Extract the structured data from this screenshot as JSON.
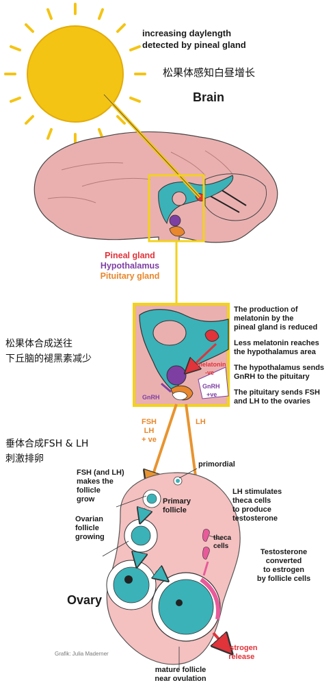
{
  "header": {
    "title_line1": "increasing daylength",
    "title_line2": "detected by pineal gland",
    "title_cn": "松果体感知白昼增长",
    "brain_label": "Brain"
  },
  "legend": {
    "pineal": "Pineal gland",
    "hypothalamus": "Hypothalamus",
    "pituitary": "Pituitary gland"
  },
  "side_notes": [
    "The production of",
    "melatonin by the",
    "pineal gland is reduced",
    "Less melatonin reaches",
    "the hypothalamus area",
    "The hypothalamus sends",
    "GnRH to the pituitary",
    "The pituitary sends FSH",
    "and LH to the ovaries"
  ],
  "cn_notes": {
    "melatonin_1": "松果体合成送往",
    "melatonin_2": "下丘脑的褪黑素减少",
    "pituitary_1": "垂体合成FSH & LH",
    "pituitary_2": "刺激排卵"
  },
  "zoom_labels": {
    "melatonin": "melatonin",
    "melatonin_sign": "-ve",
    "gnrh_right": "GnRH",
    "gnrh_right_sign": "+ve",
    "gnrh_left": "GnRH"
  },
  "arrow_labels": {
    "fsh": "FSH",
    "lh": "LH",
    "plus": "+ ve",
    "lh_right": "LH"
  },
  "ovary_labels": {
    "fsh_makes_1": "FSH (and LH)",
    "fsh_makes_2": "makes the",
    "fsh_makes_3": "follicle",
    "fsh_makes_4": "grow",
    "primordial": "primordial",
    "primary_1": "Primary",
    "primary_2": "follicle",
    "ovarian_1": "Ovarian",
    "ovarian_2": "follicle",
    "ovarian_3": "growing",
    "lh_stim_1": "LH stimulates",
    "lh_stim_2": "theca cells",
    "lh_stim_3": "to produce",
    "lh_stim_4": "testosterone",
    "theca_1": "theca",
    "theca_2": "cells",
    "testo_1": "Testosterone",
    "testo_2": "converted",
    "testo_3": "to estrogen",
    "testo_4": "by follicle cells",
    "ovary": "Ovary",
    "estrogen_1": "estrogen",
    "estrogen_2": "release",
    "mature_1": "mature follicle",
    "mature_2": "near ovulation",
    "credit": "Grafik: Julia Maderner"
  },
  "colors": {
    "sun": "#f4c414",
    "brain": "#eab0b0",
    "teal": "#3ab2b8",
    "frame": "#f2d21c",
    "pineal": "#e0333a",
    "hypothalamus": "#7e3fa3",
    "pituitary": "#e8872c",
    "arrow": "#e89430",
    "ovary": "#f4c0c0"
  }
}
